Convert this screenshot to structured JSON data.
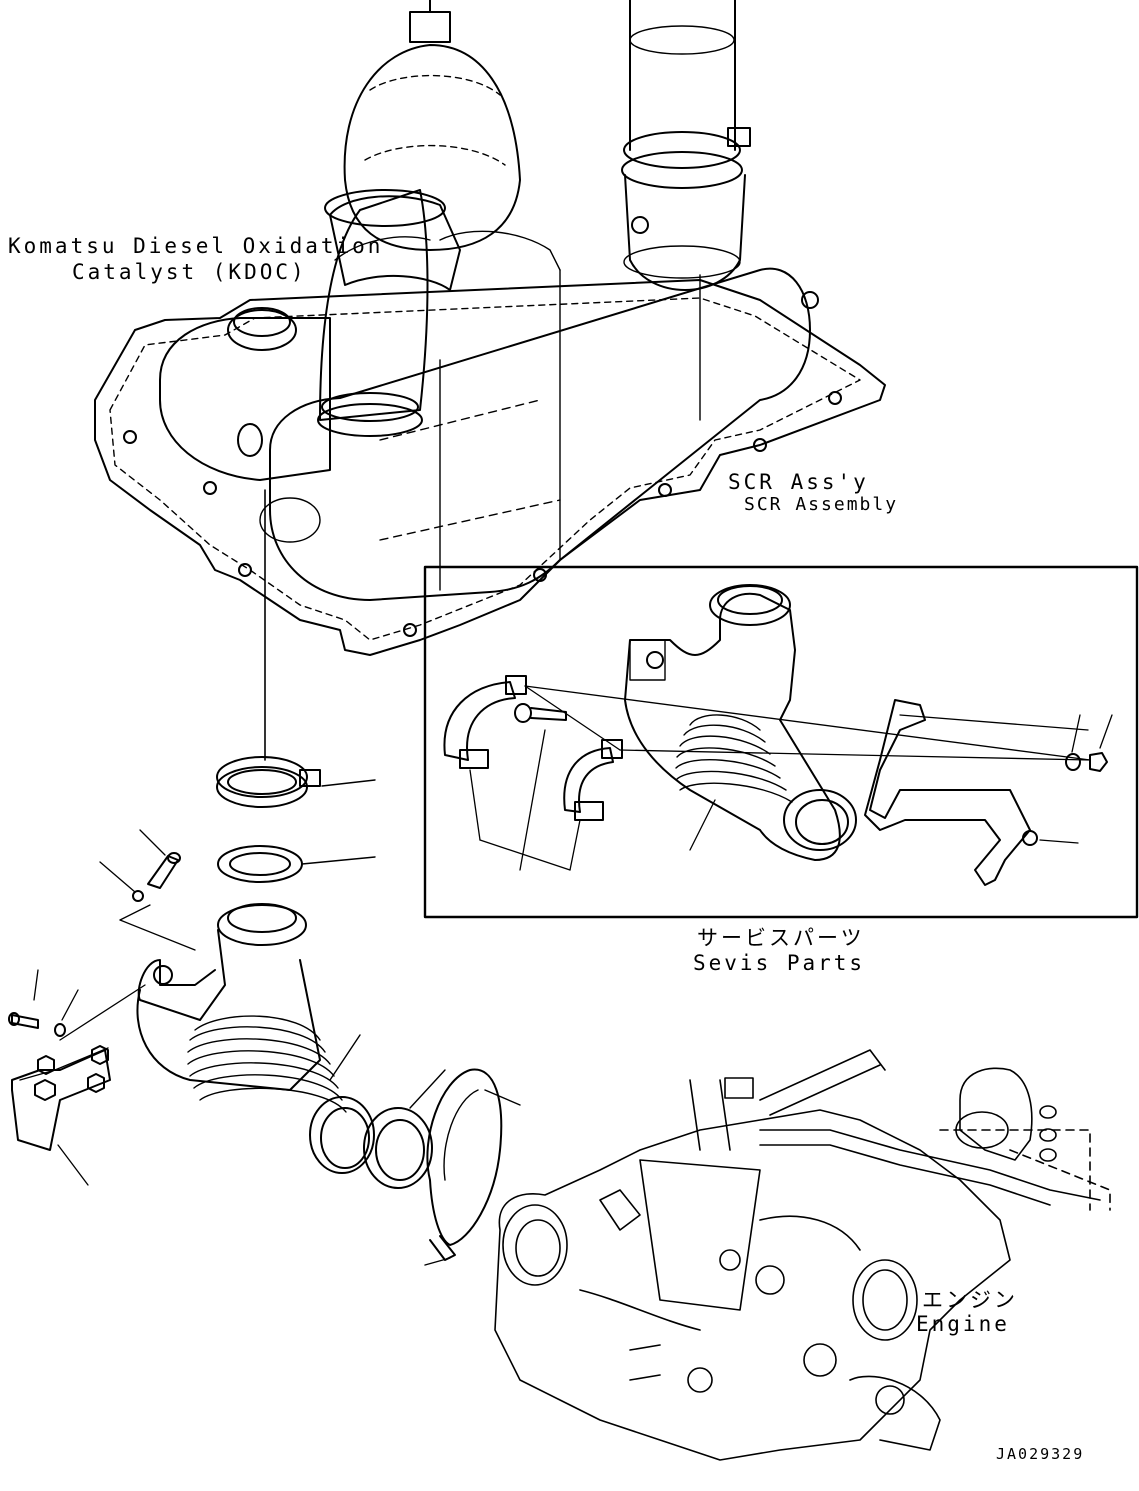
{
  "labels": {
    "kdoc_line1": "Komatsu Diesel Oxidation",
    "kdoc_line2": "Catalyst (KDOC)",
    "scr_line1": "SCR Ass'y",
    "scr_line2": "SCR Assembly",
    "service_jp": "サービスパーツ",
    "service_en": "Sevis Parts",
    "engine_jp": "エンジン",
    "engine_en": "Engine",
    "drawing_code": "JA029329"
  },
  "colors": {
    "line": "#000000",
    "background": "#ffffff"
  }
}
